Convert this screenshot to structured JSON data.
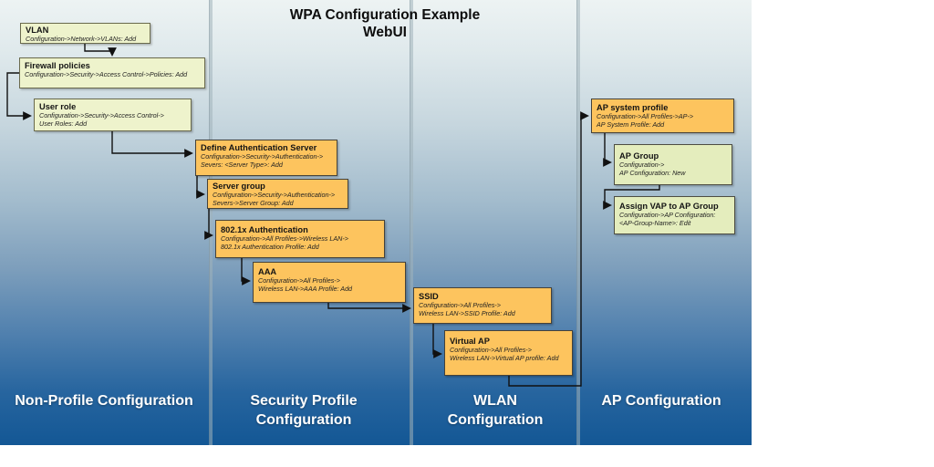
{
  "diagram_title": {
    "line1": "WPA Configuration Example",
    "line2": "WebUI"
  },
  "columns": [
    {
      "label": "Non-Profile Configuration"
    },
    {
      "label": "Security Profile\nConfiguration"
    },
    {
      "label": "WLAN\nConfiguration"
    },
    {
      "label": "AP Configuration"
    }
  ],
  "nodes": {
    "vlan": {
      "title": "VLAN",
      "sub1": "Configuration->Network->VLANs: Add"
    },
    "firewall": {
      "title": "Firewall policies",
      "sub1": "Configuration->Security->Access Control->Policies: Add"
    },
    "user_role": {
      "title": "User role",
      "sub1": "Configuration->Security->Access Control->",
      "sub2": "User Roles: Add"
    },
    "auth_server": {
      "title": "Define Authentication Server",
      "sub1": "Configuration->Security->Authentication->",
      "sub2": "Severs: <Server Type>: Add"
    },
    "server_group": {
      "title": "Server group",
      "sub1": "Configuration->Security->Authentication->",
      "sub2": "Severs->Server Group: Add"
    },
    "dot1x": {
      "title": "802.1x Authentication",
      "sub1": "Configuration->All Profiles->Wireless LAN->",
      "sub2": "802.1x Authentication Profile: Add"
    },
    "aaa": {
      "title": "AAA",
      "sub1": "Configuration->All Profiles->",
      "sub2": "Wireless LAN->AAA Profile: Add"
    },
    "ssid": {
      "title": "SSID",
      "sub1": "Configuration->All Profiles->",
      "sub2": "Wireless LAN->SSID Profile: Add"
    },
    "virtual_ap": {
      "title": "Virtual AP",
      "sub1": "Configuration->All Profiles->",
      "sub2": "Wireless LAN->Virtual AP profile: Add"
    },
    "ap_system": {
      "title": "AP system profile",
      "sub1": "Configuration->All Profiles->AP->",
      "sub2": "AP System Profile: Add"
    },
    "ap_group": {
      "title": "AP Group",
      "sub1": "Configuration->",
      "sub2": "AP Configuration: New"
    },
    "assign_vap": {
      "title": "Assign VAP to AP Group",
      "sub1": "Configuration->AP Configuration:",
      "sub2": "<AP-Group-Name>: Edit"
    }
  },
  "colors": {
    "orange_box": "#fdc45e",
    "green_box": "#eef3cc",
    "ap_green_box": "#e4edbd",
    "background_top": "#edf3f3",
    "background_bottom": "#135795",
    "connector": "#111111",
    "column_label_text": "#ffffff",
    "title_text": "#0d0d0d"
  }
}
